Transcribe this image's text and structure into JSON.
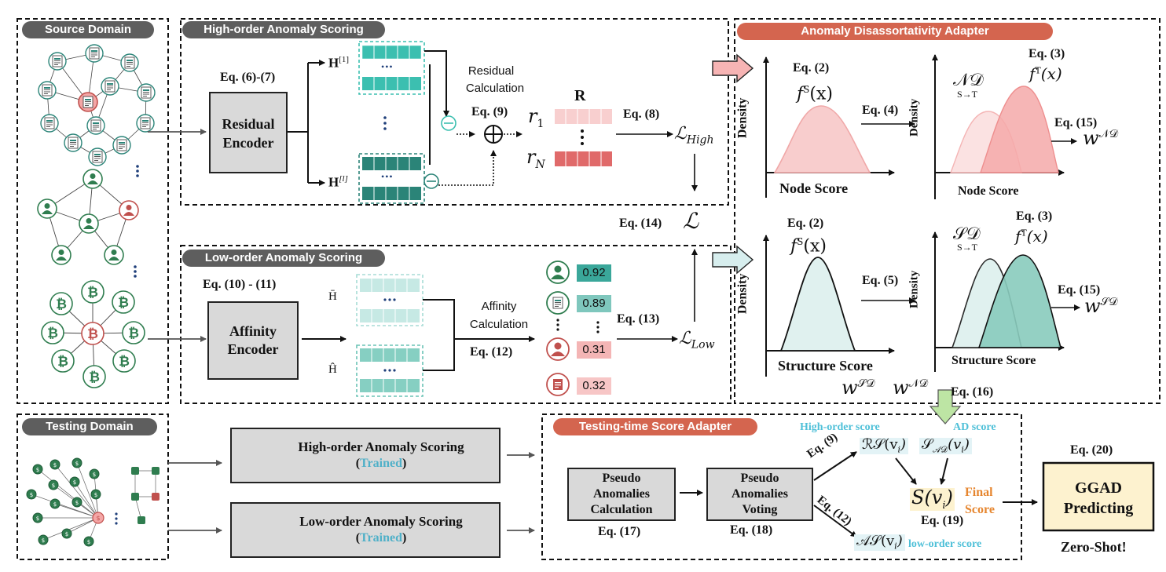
{
  "panels": {
    "source_domain": "Source Domain",
    "high_order": "High-order Anomaly Scoring",
    "low_order": "Low-order Anomaly Scoring",
    "adapter": "Anomaly Disassortativity Adapter",
    "testing_domain": "Testing Domain",
    "score_adapter": "Testing-time Score Adapter"
  },
  "high": {
    "eq_encoder": "Eq. (6)-(7)",
    "encoder_line1": "Residual",
    "encoder_line2": "Encoder",
    "h1": "H",
    "h1_sup": "[1]",
    "hl": "H",
    "hl_sup": "[l]",
    "residual_line1": "Residual",
    "residual_line2": "Calculation",
    "eq9": "Eq. (9)",
    "r_label": "R",
    "r1": "r",
    "r1_sub": "1",
    "rn": "r",
    "rn_sub": "N",
    "eq8": "Eq. (8)",
    "loss_high": "ℒ",
    "loss_high_sub": "High",
    "ellipsis": "•••",
    "vdots": "⋮"
  },
  "middle": {
    "eq14": "Eq. (14)",
    "loss": "ℒ"
  },
  "low": {
    "eq_encoder": "Eq. (10) - (11)",
    "encoder_line1": "Affinity",
    "encoder_line2": "Encoder",
    "h_bar": "H̄",
    "h_hat": "Ĥ",
    "affinity_line1": "Affinity",
    "affinity_line2": "Calculation",
    "eq12": "Eq. (12)",
    "eq13": "Eq. (13)",
    "loss_low": "ℒ",
    "loss_low_sub": "Low",
    "scores": [
      "0.92",
      "0.89",
      "0.31",
      "0.32"
    ]
  },
  "adapter": {
    "eq2": "Eq. (2)",
    "fs": "f",
    "fs_sup": "S",
    "fx": "(x)",
    "eq4": "Eq. (4)",
    "eq5": "Eq. (5)",
    "eq3": "Eq. (3)",
    "ft": "f",
    "ft_sup": "T",
    "nd": "𝒩𝒟",
    "sd": "𝒮𝒟",
    "s_to_t": "S→T",
    "eq15": "Eq. (15)",
    "w": "w",
    "w_nd_sup": "𝒩𝒟",
    "w_sd_sup": "𝒮𝒟",
    "density": "Density",
    "node_score": "Node Score",
    "structure_score": "Structure Score",
    "eq16": "Eq. (16)"
  },
  "testing": {
    "high_trained": "High-order Anomaly Scoring",
    "low_trained": "Low-order Anomaly Scoring",
    "trained": "Trained",
    "pseudo_calc_1": "Pseudo",
    "pseudo_calc_2": "Anomalies",
    "pseudo_calc_3": "Calculation",
    "pseudo_vote_1": "Pseudo",
    "pseudo_vote_2": "Anomalies",
    "pseudo_vote_3": "Voting",
    "eq17": "Eq. (17)",
    "eq18": "Eq. (18)",
    "eq9": "Eq. (9)",
    "eq12": "Eq. (12)",
    "eq19": "Eq. (19)",
    "eq20": "Eq. (20)",
    "high_score_label": "High-order score",
    "ad_score_label": "AD score",
    "low_score_label": "low-order score",
    "rs": "ℛ𝒮(v",
    "ad": "𝒮",
    "ad_sub": "𝒜𝒟",
    "as": "𝒜𝒮(v",
    "vi": "i",
    "final_s": "S(v",
    "final_line1": "Final",
    "final_line2": "Score",
    "ggad_1": "GGAD",
    "ggad_2": "Predicting",
    "zero_shot": "Zero-Shot!"
  },
  "colors": {
    "teal": "#3cbfb0",
    "teal_dark": "#2b8478",
    "teal_light": "#b9e3dd",
    "pink": "#f4a6a6",
    "pink_dark": "#e06060",
    "red_pill": "#d4654f",
    "gray_pill": "#5e5e5e",
    "box_gray": "#d9d9d9",
    "orange_final": "#e6862f",
    "cyan_label": "#4fc0d8",
    "green_node": "#2f7d4f"
  }
}
